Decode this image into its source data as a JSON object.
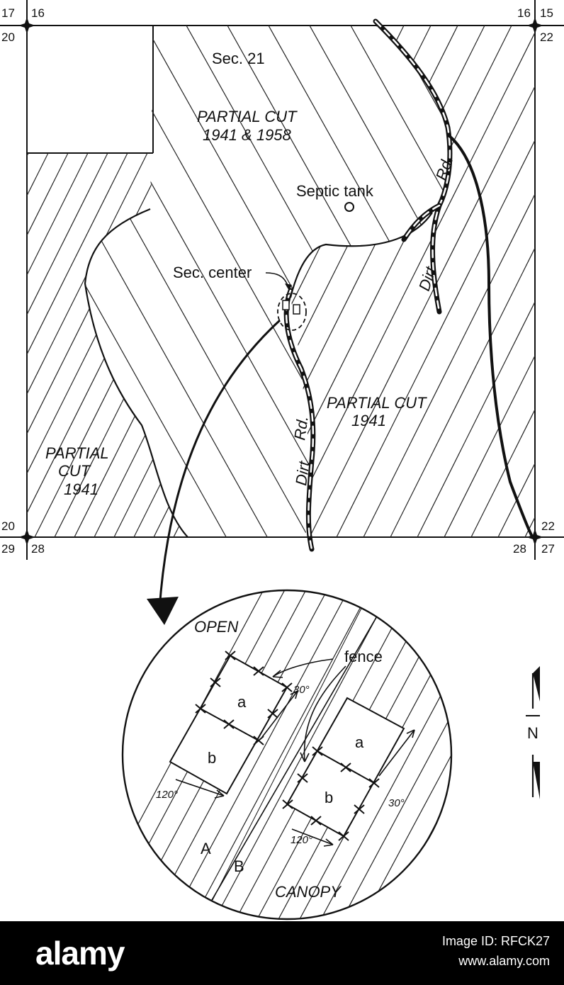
{
  "map": {
    "section_label": "Sec. 21",
    "stand_north_line1": "PARTIAL CUT",
    "stand_north_line2": "1941 & 1958",
    "stand_east_line1": "PARTIAL CUT",
    "stand_east_line2": "1941",
    "stand_west_line1": "PARTIAL",
    "stand_west_line2": "CUT",
    "stand_west_line3": "1941",
    "septic_label": "Septic tank",
    "section_center_label": "Sec. center",
    "road_upper_dirt": "Dirt",
    "road_upper_rd": "Rd.",
    "road_lower_dirt": "Dirt",
    "road_lower_rd": "Rd.",
    "corners": {
      "top_left_a": "17",
      "top_left_b": "16",
      "top_left_c": "20",
      "top_right_a": "16",
      "top_right_b": "15",
      "top_right_c": "22",
      "bottom_left_a": "20",
      "bottom_left_b": "29",
      "bottom_left_c": "28",
      "bottom_right_a": "22",
      "bottom_right_b": "28",
      "bottom_right_c": "27"
    }
  },
  "inset": {
    "open_label": "OPEN",
    "canopy_label": "CANOPY",
    "fence_label": "fence",
    "plot_a_label": "a",
    "plot_b_label": "b",
    "zone_a_label": "A",
    "zone_b_label": "B",
    "angle_30_left": "30°",
    "angle_30_right": "30°",
    "angle_120_left": "120°",
    "angle_120_right": "120°",
    "north_label": "N"
  },
  "banner": {
    "logo": "alamy",
    "image_id": "Image ID: RFCK27",
    "site": "www.alamy.com"
  }
}
